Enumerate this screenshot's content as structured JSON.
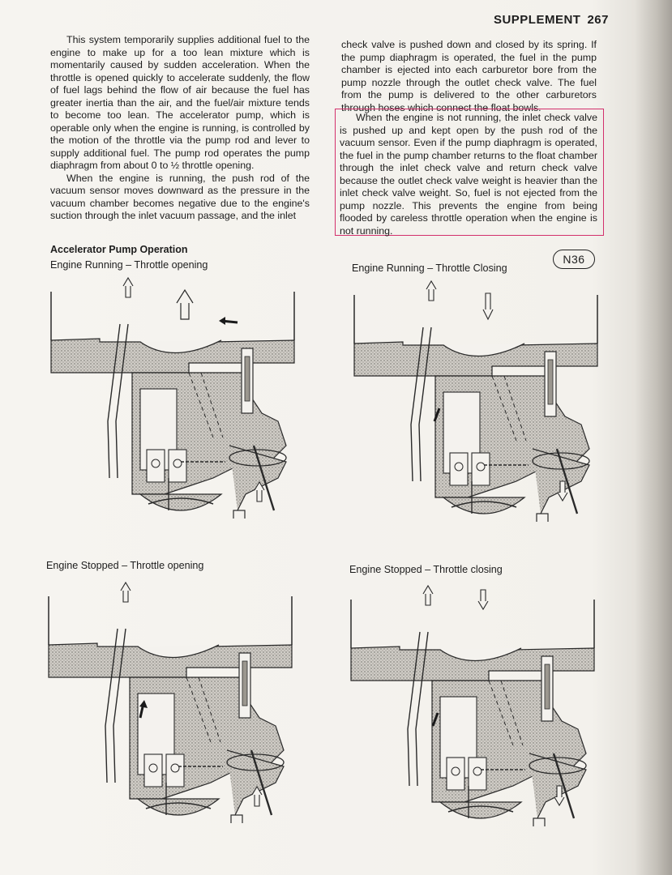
{
  "header": {
    "section": "SUPPLEMENT",
    "page_number": "267"
  },
  "left_column": [
    "This system temporarily supplies additional fuel to the engine to make up for a too lean mixture which is momentarily caused by sudden acceleration. When the throttle is opened quickly to accelerate suddenly, the flow of fuel lags behind the flow of air because the fuel has greater inertia than the air, and the fuel/air mixture tends to become too lean. The accelerator pump, which is operable only when the engine is running, is controlled by the motion of the throttle via the pump rod and lever to supply additional fuel. The pump rod operates the pump diaphragm from about 0 to ½ throttle opening.",
    "When the engine is running, the push rod of the vacuum sensor moves downward as the pressure in the vacuum chamber becomes negative due to the engine's suction through the inlet vacuum passage, and the inlet"
  ],
  "right_column_top": "check valve is pushed down and closed by its spring. If the pump diaphragm is operated, the fuel in the pump chamber is ejected into each carburetor bore from the pump nozzle through the outlet check valve. The fuel from the pump is delivered to the other carburetors through hoses which connect the float bowls.",
  "right_column_boxed": "When the engine is not running, the inlet check valve is pushed up and kept open by the push rod of the vacuum sensor. Even if the pump diaphragm is operated, the fuel in the pump chamber returns to the float chamber through the inlet check valve and return check valve because the outlet check valve weight is heavier than the inlet check valve weight. So, fuel is not ejected from the pump nozzle. This prevents the engine from being flooded by careless throttle operation when the engine is not running.",
  "figure": {
    "title": "Accelerator Pump Operation",
    "code": "N36",
    "panels": [
      {
        "caption": "Engine Running – Throttle opening"
      },
      {
        "caption": "Engine Running – Throttle Closing"
      },
      {
        "caption": "Engine Stopped – Throttle opening"
      },
      {
        "caption": "Engine Stopped – Throttle closing"
      }
    ]
  },
  "colors": {
    "highlight_border": "#d3306c",
    "ink": "#1d1d1d",
    "paper": "#f4f2ee"
  }
}
